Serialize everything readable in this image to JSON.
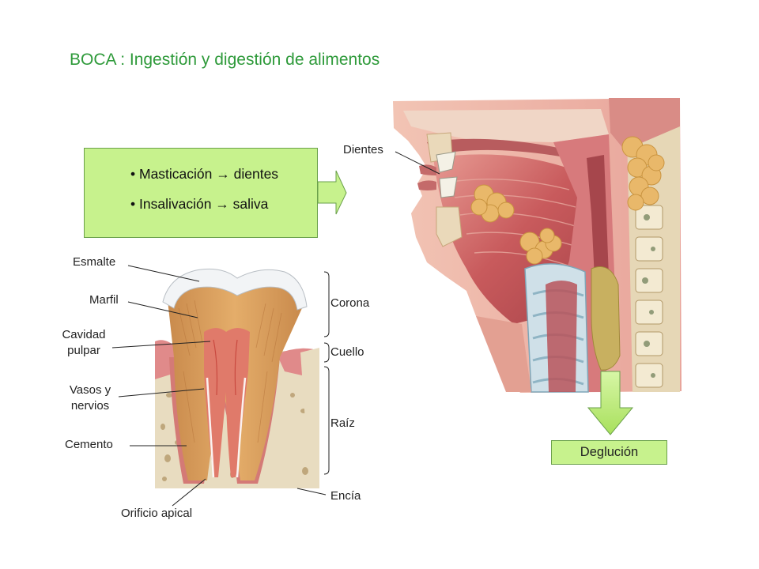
{
  "title": "BOCA : Ingestión y digestión de alimentos",
  "process": {
    "items": [
      "Masticación → dientes",
      "Insalivación → saliva"
    ]
  },
  "head_labels": {
    "teeth": "Dientes",
    "swallowing": "Deglución"
  },
  "tooth_labels": {
    "enamel": "Esmalte",
    "dentin": "Marfil",
    "pulp_1": "Cavidad",
    "pulp_2": "pulpar",
    "vessels_1": "Vasos y",
    "vessels_2": "nervios",
    "cementum": "Cemento",
    "apical": "Orificio apical",
    "crown": "Corona",
    "neck": "Cuello",
    "root": "Raíz",
    "gum": "Encía"
  },
  "colors": {
    "title": "#2e9a3a",
    "box_fill": "#c7f28d",
    "box_border": "#6aa04a",
    "tissue": "#d9787a",
    "bone": "#e8dcc0",
    "dentin": "#d9a05c",
    "enamel": "#f2f4f6",
    "fat": "#e8b870"
  }
}
